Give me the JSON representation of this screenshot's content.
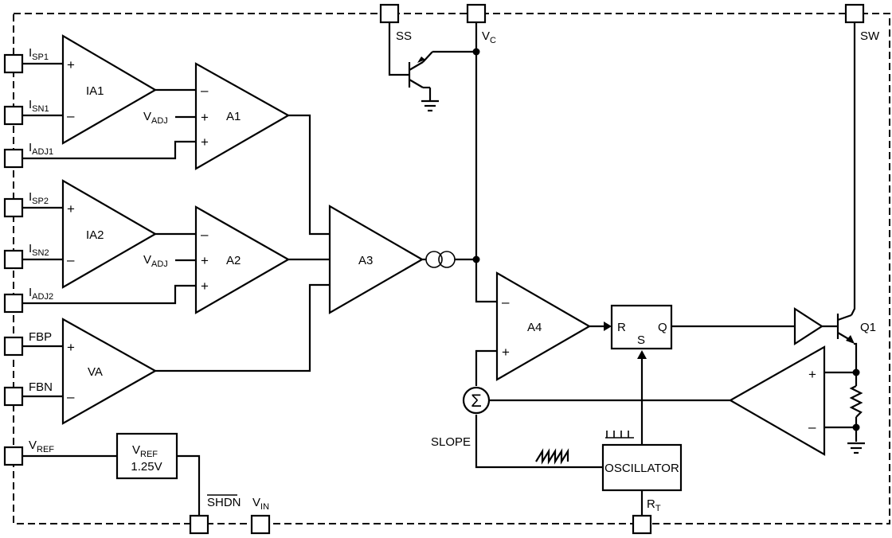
{
  "pins": {
    "isp1": {
      "main": "I",
      "sub": "SP1"
    },
    "isn1": {
      "main": "I",
      "sub": "SN1"
    },
    "iadj1": {
      "main": "I",
      "sub": "ADJ1"
    },
    "isp2": {
      "main": "I",
      "sub": "SP2"
    },
    "isn2": {
      "main": "I",
      "sub": "SN2"
    },
    "iadj2": {
      "main": "I",
      "sub": "ADJ2"
    },
    "fbp": "FBP",
    "fbn": "FBN",
    "vref": {
      "main": "V",
      "sub": "REF"
    },
    "ss": "SS",
    "vc": {
      "main": "V",
      "sub": "C"
    },
    "sw": "SW",
    "shdn": "SHDN",
    "vin": {
      "main": "V",
      "sub": "IN"
    },
    "rt": {
      "main": "R",
      "sub": "T"
    }
  },
  "blocks": {
    "ia1": "IA1",
    "ia2": "IA2",
    "a1": "A1",
    "a2": "A2",
    "a3": "A3",
    "a4": "A4",
    "va": "VA",
    "vref_block": {
      "main": "V",
      "sub": "REF",
      "value": "1.25V"
    },
    "latch": {
      "r": "R",
      "s": "S",
      "q": "Q"
    },
    "oscillator": "OSCILLATOR",
    "summer": "Σ"
  },
  "labels": {
    "vadj1": {
      "main": "V",
      "sub": "ADJ"
    },
    "vadj2": {
      "main": "V",
      "sub": "ADJ"
    },
    "slope": "SLOPE",
    "q1": "Q1",
    "plus": "+",
    "minus": "–"
  }
}
